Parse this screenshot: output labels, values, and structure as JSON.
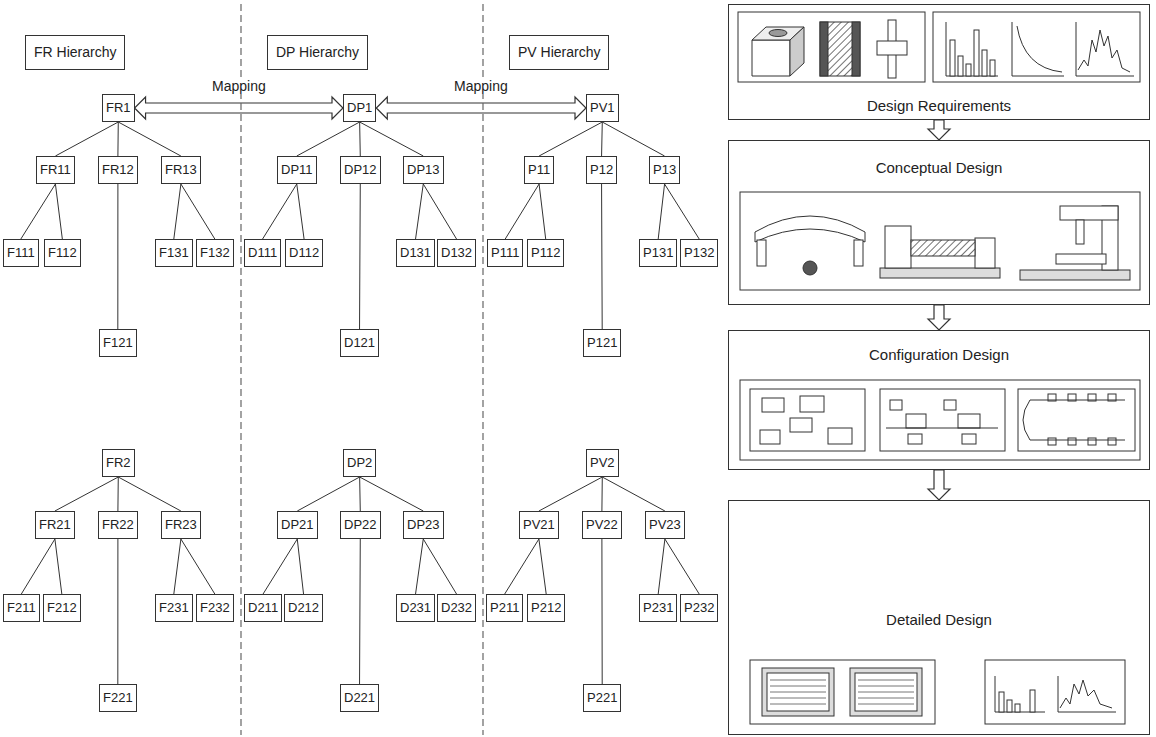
{
  "diagram": {
    "nodes": [
      {
        "text": [
          "FR Hierarchy"
        ]
      },
      {
        "text": [
          "DP Hierarchy"
        ]
      },
      {
        "text": [
          "PV Hierarchy"
        ]
      },
      {
        "text": [
          "FR1"
        ]
      },
      {
        "text": [
          "FR11"
        ]
      },
      {
        "text": [
          "FR12"
        ]
      },
      {
        "text": [
          "FR13"
        ]
      },
      {
        "text": [
          "F111"
        ]
      },
      {
        "text": [
          "F112"
        ]
      },
      {
        "text": [
          "F131"
        ]
      },
      {
        "text": [
          "F132"
        ]
      },
      {
        "text": [
          "F121"
        ]
      },
      {
        "text": [
          "DP1"
        ]
      },
      {
        "text": [
          "DP11"
        ]
      },
      {
        "text": [
          "DP12"
        ]
      },
      {
        "text": [
          "DP13"
        ]
      },
      {
        "text": [
          "D111"
        ]
      },
      {
        "text": [
          "D112"
        ]
      },
      {
        "text": [
          "D131"
        ]
      },
      {
        "text": [
          "D132"
        ]
      },
      {
        "text": [
          "D121"
        ]
      },
      {
        "text": [
          "PV1"
        ]
      },
      {
        "text": [
          "P11"
        ]
      },
      {
        "text": [
          "P12"
        ]
      },
      {
        "text": [
          "P13"
        ]
      },
      {
        "text": [
          "P111"
        ]
      },
      {
        "text": [
          "P112"
        ]
      },
      {
        "text": [
          "P131"
        ]
      },
      {
        "text": [
          "P132"
        ]
      },
      {
        "text": [
          "P121"
        ]
      },
      {
        "text": [
          "FR2"
        ]
      },
      {
        "text": [
          "FR21"
        ]
      },
      {
        "text": [
          "FR22"
        ]
      },
      {
        "text": [
          "FR23"
        ]
      },
      {
        "text": [
          "F211"
        ]
      },
      {
        "text": [
          "F212"
        ]
      },
      {
        "text": [
          "F231"
        ]
      },
      {
        "text": [
          "F232"
        ]
      },
      {
        "text": [
          "F221"
        ]
      },
      {
        "text": [
          "DP2"
        ]
      },
      {
        "text": [
          "DP21"
        ]
      },
      {
        "text": [
          "DP22"
        ]
      },
      {
        "text": [
          "DP23"
        ]
      },
      {
        "text": [
          "D211"
        ]
      },
      {
        "text": [
          "D212"
        ]
      },
      {
        "text": [
          "D231"
        ]
      },
      {
        "text": [
          "D232"
        ]
      },
      {
        "text": [
          "D221"
        ]
      },
      {
        "text": [
          "PV2"
        ]
      },
      {
        "text": [
          "PV21"
        ]
      },
      {
        "text": [
          "PV22"
        ]
      },
      {
        "text": [
          "PV23"
        ]
      },
      {
        "text": [
          "P211"
        ]
      },
      {
        "text": [
          "P212"
        ]
      },
      {
        "text": [
          "P231"
        ]
      },
      {
        "text": [
          "P232"
        ]
      },
      {
        "text": [
          "P221"
        ]
      },
      {
        "text": [
          "Design Requirements"
        ]
      },
      {
        "text": [
          "Conceptual Design"
        ]
      },
      {
        "text": [
          "Configuration Design"
        ]
      },
      {
        "text": [
          "Detailed Design"
        ]
      }
    ],
    "edges": [
      {
        "from": 3,
        "to": 4,
        "arrow": "none"
      },
      {
        "from": 3,
        "to": 5,
        "arrow": "none"
      },
      {
        "from": 3,
        "to": 6,
        "arrow": "none"
      },
      {
        "from": 4,
        "to": 7,
        "arrow": "none"
      },
      {
        "from": 4,
        "to": 8,
        "arrow": "none"
      },
      {
        "from": 6,
        "to": 9,
        "arrow": "none"
      },
      {
        "from": 6,
        "to": 10,
        "arrow": "none"
      },
      {
        "from": 5,
        "to": 11,
        "arrow": "none"
      },
      {
        "from": 12,
        "to": 13,
        "arrow": "none"
      },
      {
        "from": 12,
        "to": 14,
        "arrow": "none"
      },
      {
        "from": 12,
        "to": 15,
        "arrow": "none"
      },
      {
        "from": 13,
        "to": 16,
        "arrow": "none"
      },
      {
        "from": 13,
        "to": 17,
        "arrow": "none"
      },
      {
        "from": 15,
        "to": 18,
        "arrow": "none"
      },
      {
        "from": 15,
        "to": 19,
        "arrow": "none"
      },
      {
        "from": 14,
        "to": 20,
        "arrow": "none"
      },
      {
        "from": 21,
        "to": 22,
        "arrow": "none"
      },
      {
        "from": 21,
        "to": 23,
        "arrow": "none"
      },
      {
        "from": 21,
        "to": 24,
        "arrow": "none"
      },
      {
        "from": 22,
        "to": 25,
        "arrow": "none"
      },
      {
        "from": 22,
        "to": 26,
        "arrow": "none"
      },
      {
        "from": 24,
        "to": 27,
        "arrow": "none"
      },
      {
        "from": 24,
        "to": 28,
        "arrow": "none"
      },
      {
        "from": 23,
        "to": 29,
        "arrow": "none"
      },
      {
        "from": 30,
        "to": 31,
        "arrow": "none"
      },
      {
        "from": 30,
        "to": 32,
        "arrow": "none"
      },
      {
        "from": 30,
        "to": 33,
        "arrow": "none"
      },
      {
        "from": 31,
        "to": 34,
        "arrow": "none"
      },
      {
        "from": 31,
        "to": 35,
        "arrow": "none"
      },
      {
        "from": 33,
        "to": 36,
        "arrow": "none"
      },
      {
        "from": 33,
        "to": 37,
        "arrow": "none"
      },
      {
        "from": 32,
        "to": 38,
        "arrow": "none"
      },
      {
        "from": 39,
        "to": 40,
        "arrow": "none"
      },
      {
        "from": 39,
        "to": 41,
        "arrow": "none"
      },
      {
        "from": 39,
        "to": 42,
        "arrow": "none"
      },
      {
        "from": 40,
        "to": 43,
        "arrow": "none"
      },
      {
        "from": 40,
        "to": 44,
        "arrow": "none"
      },
      {
        "from": 42,
        "to": 45,
        "arrow": "none"
      },
      {
        "from": 42,
        "to": 46,
        "arrow": "none"
      },
      {
        "from": 41,
        "to": 47,
        "arrow": "none"
      },
      {
        "from": 48,
        "to": 49,
        "arrow": "none"
      },
      {
        "from": 48,
        "to": 50,
        "arrow": "none"
      },
      {
        "from": 48,
        "to": 51,
        "arrow": "none"
      },
      {
        "from": 49,
        "to": 52,
        "arrow": "none"
      },
      {
        "from": 49,
        "to": 53,
        "arrow": "none"
      },
      {
        "from": 51,
        "to": 54,
        "arrow": "none"
      },
      {
        "from": 51,
        "to": 55,
        "arrow": "none"
      },
      {
        "from": 50,
        "to": 56,
        "arrow": "none"
      },
      {
        "from": 3,
        "to": 12,
        "label": "Mapping",
        "arrow": "both"
      },
      {
        "from": 12,
        "to": 21,
        "label": "Mapping",
        "arrow": "both"
      },
      {
        "from": 57,
        "to": 58,
        "arrow": "to"
      },
      {
        "from": 58,
        "to": 59,
        "arrow": "to"
      },
      {
        "from": 59,
        "to": 60,
        "arrow": "to"
      }
    ]
  }
}
